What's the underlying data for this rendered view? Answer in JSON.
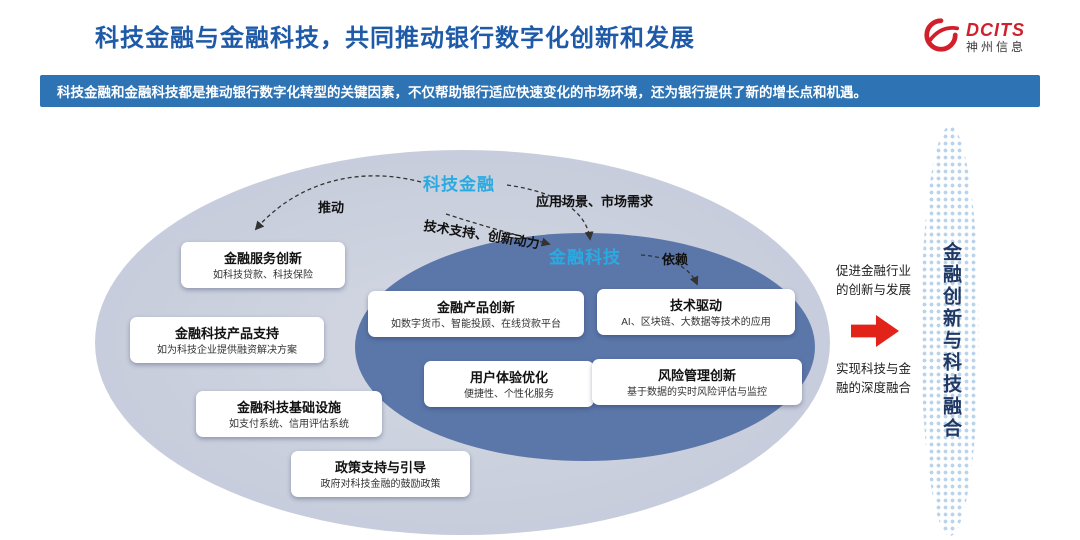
{
  "header": {
    "title": "科技金融与金融科技，共同推动银行数字化创新和发展",
    "logo": {
      "brand": "DCITS",
      "subtitle": "神州信息"
    }
  },
  "banner": {
    "text": "科技金融和金融科技都是推动银行数字化转型的关键因素，不仅帮助银行适应快速变化的市场环境，还为银行提供了新的增长点和机遇。"
  },
  "diagram": {
    "outer_label": "科技金融",
    "inner_label": "金融科技",
    "arrow_labels": {
      "push": "推动",
      "demand": "应用场景、市场需求",
      "support": "技术支持、创新动力",
      "depend": "依赖"
    },
    "outer_boxes": [
      {
        "title": "金融服务创新",
        "desc": "如科技贷款、科技保险"
      },
      {
        "title": "金融科技产品支持",
        "desc": "如为科技企业提供融资解决方案"
      },
      {
        "title": "金融科技基础设施",
        "desc": "如支付系统、信用评估系统"
      },
      {
        "title": "政策支持与引导",
        "desc": "政府对科技金融的鼓励政策"
      }
    ],
    "inner_boxes": [
      {
        "title": "金融产品创新",
        "desc": "如数字货币、智能投顾、在线贷款平台"
      },
      {
        "title": "技术驱动",
        "desc": "AI、区块链、大数据等技术的应用"
      },
      {
        "title": "用户体验优化",
        "desc": "便捷性、个性化服务"
      },
      {
        "title": "风险管理创新",
        "desc": "基于数据的实时风险评估与监控"
      }
    ]
  },
  "right_panel": {
    "promote_text": "促进金融行业的创新与发展",
    "achieve_text": "实现科技与金融的深度融合",
    "vertical_title": "金融创新与科技融合"
  },
  "colors": {
    "title_blue": "#1e5aa8",
    "banner_blue": "#2e74b5",
    "cyan_label": "#29abe2",
    "outer_ellipse": "#c9cfdd",
    "inner_ellipse": "#5b77a9",
    "brand_red": "#d21f2c",
    "arrow_red": "#e2231a",
    "navy": "#1f3864"
  }
}
